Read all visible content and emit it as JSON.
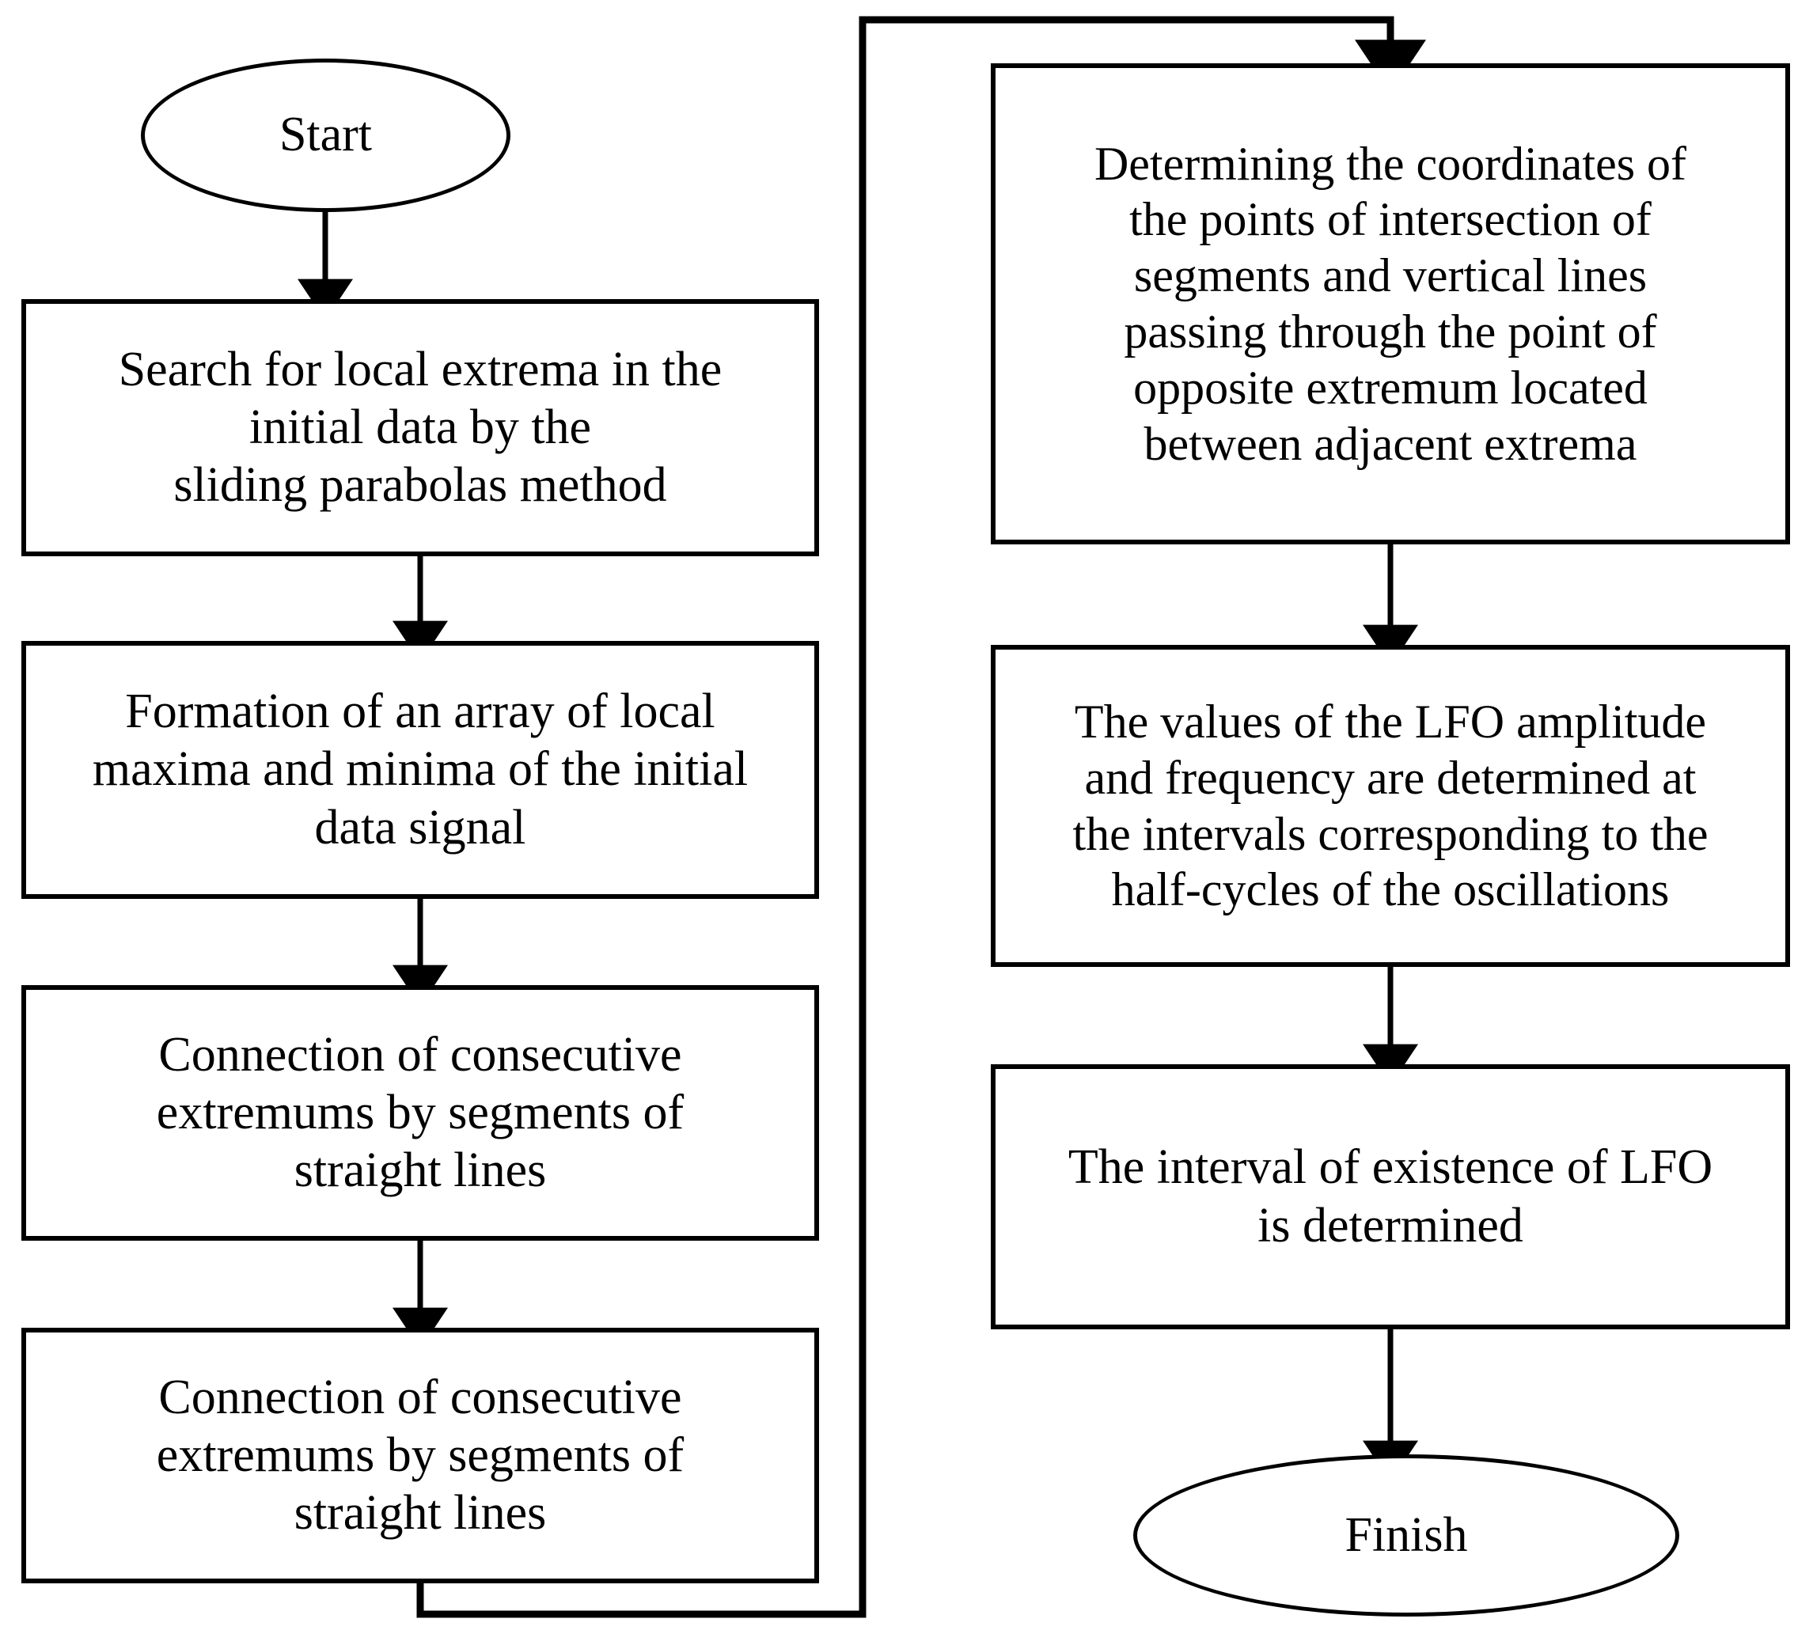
{
  "diagram": {
    "type": "flowchart",
    "title": "LFO detection algorithm flowchart",
    "orientation": "two-column, top-to-bottom with wrap from left column bottom to right column top",
    "colors": {
      "stroke": "#000000",
      "fill": "#ffffff",
      "text": "#000000"
    },
    "nodes": {
      "start": {
        "label": "Start",
        "shape": "ellipse"
      },
      "left_1": {
        "label": "Search for local extrema in the\ninitial data by the\nsliding parabolas method",
        "shape": "rectangle"
      },
      "left_2": {
        "label": "Formation of an array of local\nmaxima and minima of the initial\ndata signal",
        "shape": "rectangle"
      },
      "left_3": {
        "label": "Connection of consecutive\nextremums by segments of\nstraight lines",
        "shape": "rectangle"
      },
      "left_4": {
        "label": "Connection of consecutive\nextremums by segments of\nstraight lines",
        "shape": "rectangle"
      },
      "right_1": {
        "label": "Determining the coordinates of\nthe points of intersection of\nsegments and vertical lines\npassing through the point of\nopposite extremum located\nbetween adjacent extrema",
        "shape": "rectangle"
      },
      "right_2": {
        "label": "The values of the LFO amplitude\nand frequency are determined at\nthe intervals corresponding to the\nhalf-cycles of the oscillations",
        "shape": "rectangle"
      },
      "right_3": {
        "label": "The interval of existence of LFO\nis determined",
        "shape": "rectangle"
      },
      "finish": {
        "label": "Finish",
        "shape": "ellipse"
      }
    },
    "edges": [
      {
        "from": "start",
        "to": "left_1",
        "style": "straight-arrow-down"
      },
      {
        "from": "left_1",
        "to": "left_2",
        "style": "straight-arrow-down"
      },
      {
        "from": "left_2",
        "to": "left_3",
        "style": "straight-arrow-down"
      },
      {
        "from": "left_3",
        "to": "left_4",
        "style": "straight-arrow-down"
      },
      {
        "from": "left_4",
        "to": "right_1",
        "style": "elbow-wrap-arrow"
      },
      {
        "from": "right_1",
        "to": "right_2",
        "style": "straight-arrow-down"
      },
      {
        "from": "right_2",
        "to": "right_3",
        "style": "straight-arrow-down"
      },
      {
        "from": "right_3",
        "to": "finish",
        "style": "straight-arrow-down"
      }
    ]
  }
}
